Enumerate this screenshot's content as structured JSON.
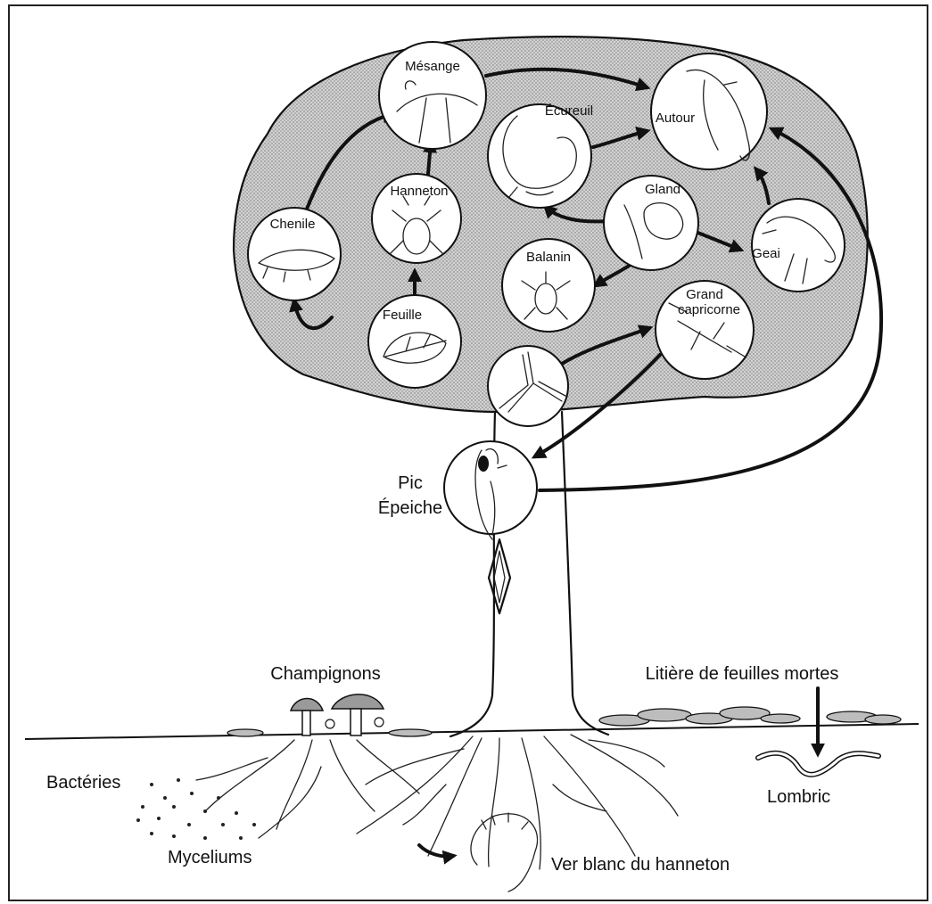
{
  "nodes": {
    "mesange": "Mésange",
    "ecureuil": "Écureuil",
    "autour": "Autour",
    "hanneton": "Hanneton",
    "gland": "Gland",
    "chenille": "Chenile",
    "geai": "Geai",
    "balanin": "Balanin",
    "grand_capricorne_1": "Grand",
    "grand_capricorne_2": "capricorne",
    "feuille": "Feuille",
    "pic_1": "Pic",
    "pic_2": "Épeiche"
  },
  "ground_labels": {
    "champignons": "Champignons",
    "litiere": "Litière de feuilles mortes",
    "bacteries": "Bactéries",
    "myceliums": "Myceliums",
    "lombric": "Lombric",
    "ver_blanc": "Ver blanc du hanneton"
  },
  "colors": {
    "ink": "#111111",
    "canopy_fill": "#c9c9c9",
    "background": "#ffffff"
  }
}
